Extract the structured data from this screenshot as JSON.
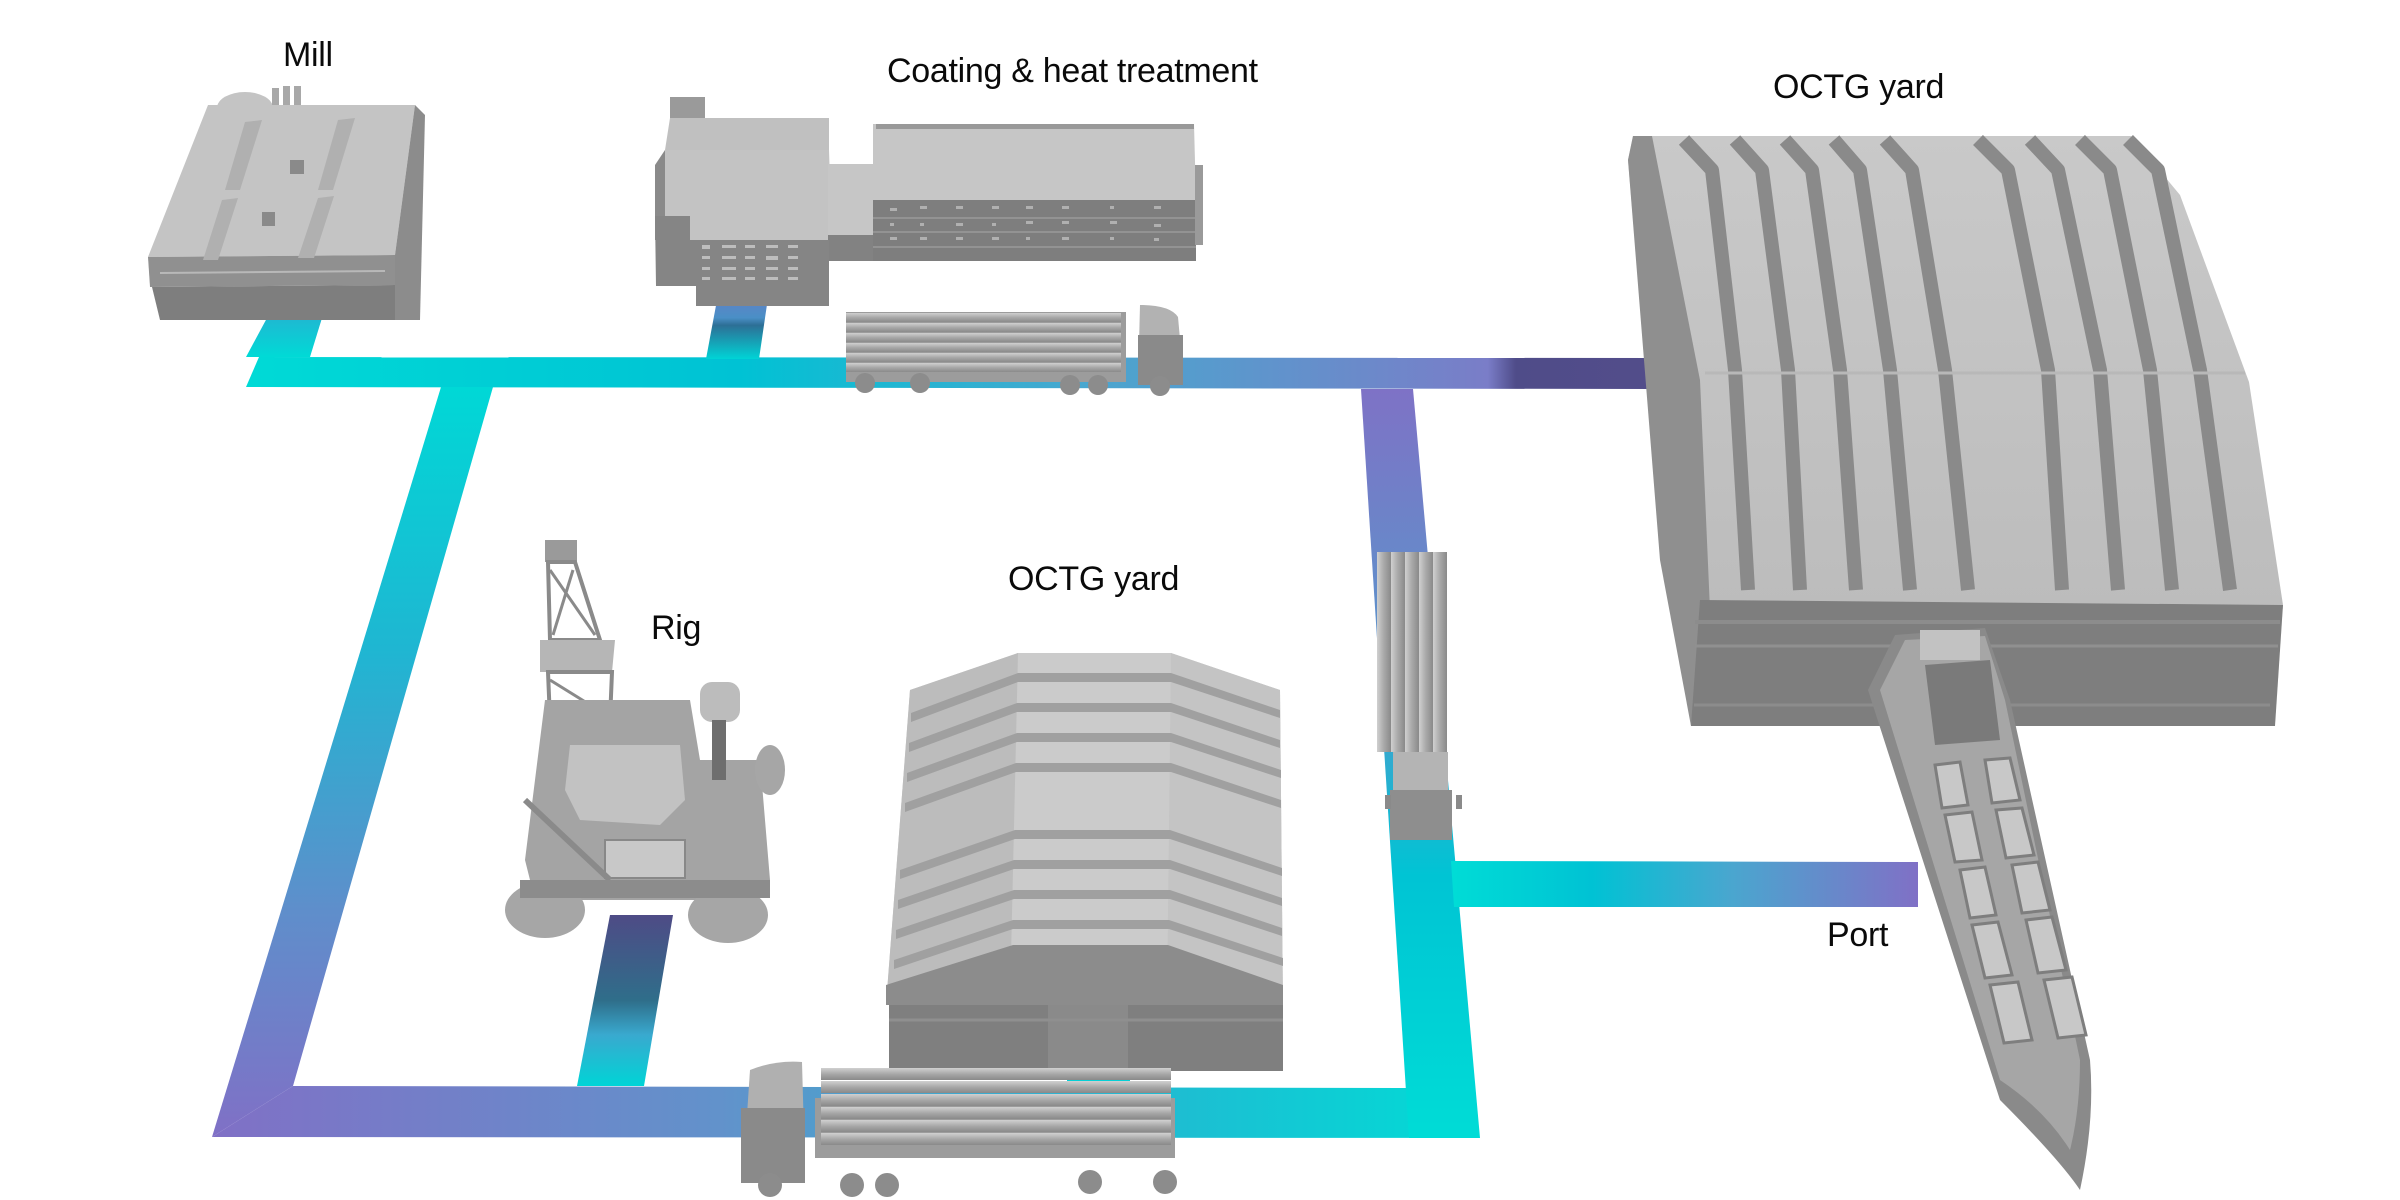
{
  "diagram": {
    "type": "supply-chain-flow",
    "theme": {
      "background": "#ffffff",
      "road_gradient": [
        "#00dad6",
        "#00c2d4",
        "#3eaace",
        "#6890cc",
        "#7e74c6",
        "#4e4b86"
      ],
      "building_light": "#c6c6c6",
      "building_mid": "#9a9a9a",
      "building_dark": "#7c7c7c"
    },
    "nodes": [
      {
        "id": "mill",
        "label": "Mill",
        "icon": "factory-mill-icon"
      },
      {
        "id": "coating",
        "label": "Coating & heat treatment",
        "icon": "coating-plant-icon"
      },
      {
        "id": "octg_yard_main",
        "label": "OCTG yard",
        "icon": "warehouse-icon"
      },
      {
        "id": "rig",
        "label": "Rig",
        "icon": "offshore-rig-icon"
      },
      {
        "id": "octg_yard_local",
        "label": "OCTG yard",
        "icon": "warehouse-icon"
      },
      {
        "id": "port",
        "label": "Port",
        "icon": "cargo-ship-icon"
      }
    ],
    "vehicles": [
      {
        "id": "truck_top",
        "icon": "pipe-truck-icon",
        "route": "mill-to-octg-yard"
      },
      {
        "id": "truck_right",
        "icon": "pipe-truck-icon",
        "route": "octg-yard-to-port"
      },
      {
        "id": "truck_bottom",
        "icon": "pipe-truck-icon",
        "route": "octg-yard-to-rig"
      }
    ],
    "edges": [
      {
        "from": "mill",
        "to": "octg_yard_main"
      },
      {
        "from": "coating",
        "to": "octg_yard_main"
      },
      {
        "from": "octg_yard_main",
        "to": "port"
      },
      {
        "from": "octg_yard_main",
        "to": "rig"
      },
      {
        "from": "octg_yard_local",
        "to": "rig"
      },
      {
        "from": "mill",
        "to": "rig"
      }
    ]
  },
  "labels": {
    "mill": "Mill",
    "coating": "Coating & heat treatment",
    "octg_main": "OCTG yard",
    "rig": "Rig",
    "octg_local": "OCTG yard",
    "port": "Port"
  }
}
